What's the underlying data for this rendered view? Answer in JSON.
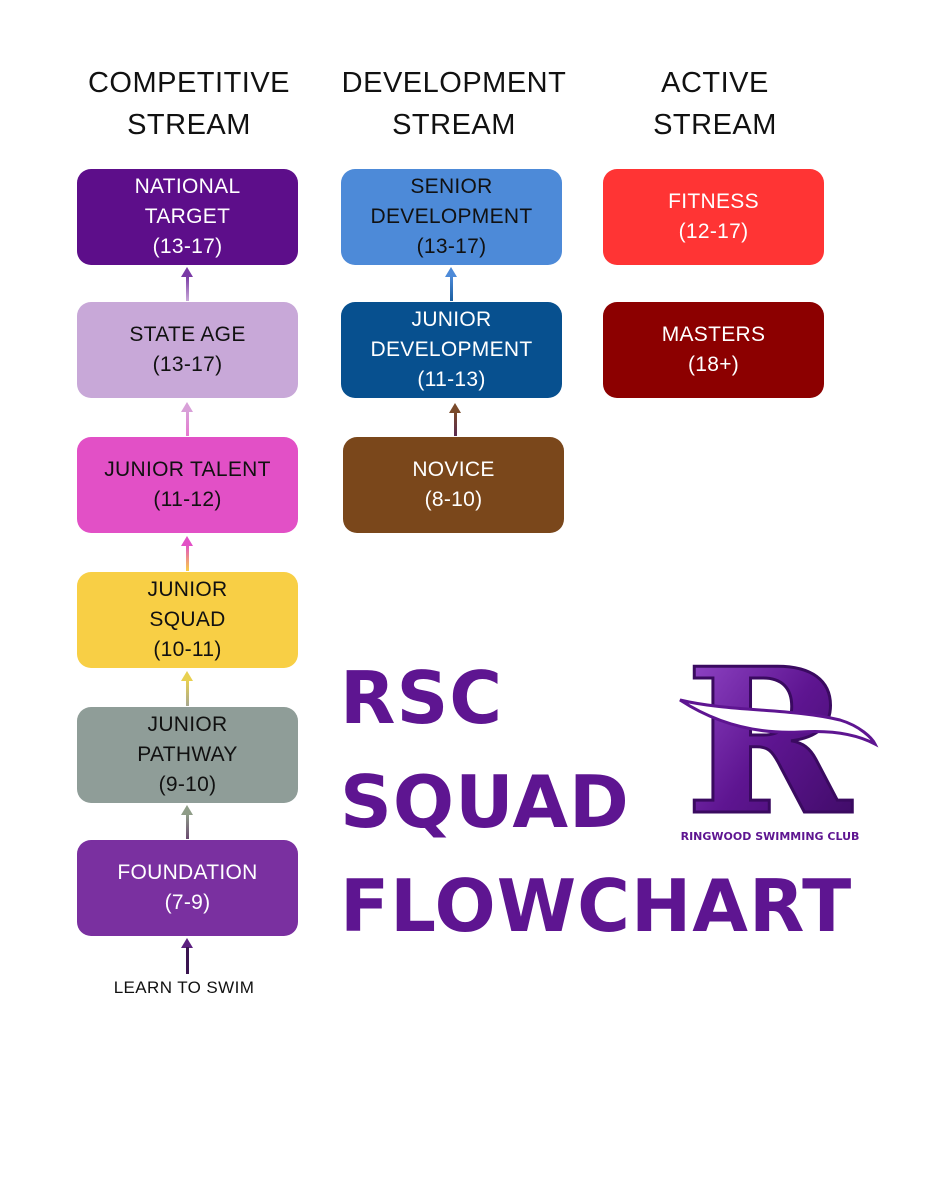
{
  "columns": {
    "competitive": {
      "line1": "COMPETITIVE",
      "line2": "STREAM"
    },
    "development": {
      "line1": "DEVELOPMENT",
      "line2": "STREAM"
    },
    "active": {
      "line1": "ACTIVE",
      "line2": "STREAM"
    }
  },
  "competitive": {
    "national_target": {
      "line1": "NATIONAL",
      "line2": "TARGET",
      "line3": "(13-17)",
      "color": "#5d0e8a"
    },
    "state_age": {
      "line1": "STATE AGE",
      "line2": "(13-17)",
      "color": "#c8a8d8"
    },
    "junior_talent": {
      "line1": "JUNIOR TALENT",
      "line2": "(11-12)",
      "color": "#e250c6"
    },
    "junior_squad": {
      "line1": "JUNIOR",
      "line2": "SQUAD",
      "line3": "(10-11)",
      "color": "#f8cf45"
    },
    "junior_pathway": {
      "line1": "JUNIOR",
      "line2": "PATHWAY",
      "line3": "(9-10)",
      "color": "#8f9d98"
    },
    "foundation": {
      "line1": "FOUNDATION",
      "line2": "(7-9)",
      "color": "#7a30a0"
    }
  },
  "development": {
    "senior_development": {
      "line1": "SENIOR",
      "line2": "DEVELOPMENT",
      "line3": "(13-17)",
      "color": "#4d8ad8"
    },
    "junior_development": {
      "line1": "JUNIOR",
      "line2": "DEVELOPMENT",
      "line3": "(11-13)",
      "color": "#07508f"
    },
    "novice": {
      "line1": "NOVICE",
      "line2": "(8-10)",
      "color": "#7a471b"
    }
  },
  "active": {
    "fitness": {
      "line1": "FITNESS",
      "line2": "(12-17)",
      "color": "#ff3434"
    },
    "masters": {
      "line1": "MASTERS",
      "line2": "(18+)",
      "color": "#8c0000"
    }
  },
  "learn_to_swim": "LEARN TO SWIM",
  "title": {
    "line1": "RSC",
    "line2": "SQUAD",
    "line3": "FLOWCHART",
    "color": "#5e1591"
  },
  "logo": {
    "letter": "R",
    "club_name": "RINGWOOD SWIMMING CLUB",
    "color": "#5e1591"
  }
}
